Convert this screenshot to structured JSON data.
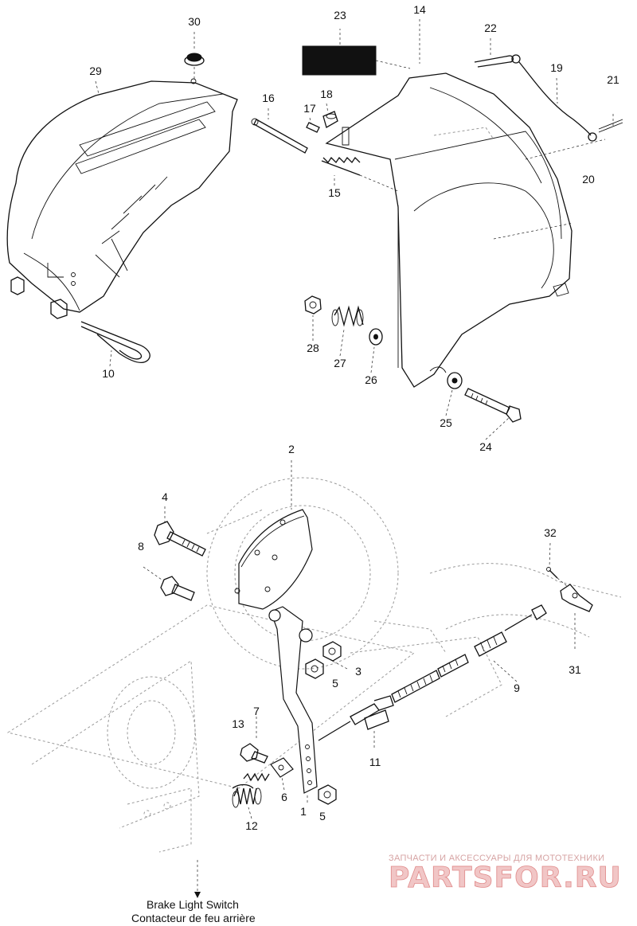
{
  "callouts": [
    {
      "id": "c1",
      "text": "1"
    },
    {
      "id": "c2",
      "text": "2"
    },
    {
      "id": "c3",
      "text": "3"
    },
    {
      "id": "c4",
      "text": "4"
    },
    {
      "id": "c5a",
      "text": "5"
    },
    {
      "id": "c5b",
      "text": "5"
    },
    {
      "id": "c6",
      "text": "6"
    },
    {
      "id": "c7",
      "text": "7"
    },
    {
      "id": "c8",
      "text": "8"
    },
    {
      "id": "c9",
      "text": "9"
    },
    {
      "id": "c10",
      "text": "10"
    },
    {
      "id": "c11",
      "text": "11"
    },
    {
      "id": "c12",
      "text": "12"
    },
    {
      "id": "c13",
      "text": "13"
    },
    {
      "id": "c14",
      "text": "14"
    },
    {
      "id": "c15",
      "text": "15"
    },
    {
      "id": "c16",
      "text": "16"
    },
    {
      "id": "c17",
      "text": "17"
    },
    {
      "id": "c18",
      "text": "18"
    },
    {
      "id": "c19",
      "text": "19"
    },
    {
      "id": "c20",
      "text": "20"
    },
    {
      "id": "c21",
      "text": "21"
    },
    {
      "id": "c22",
      "text": "22"
    },
    {
      "id": "c23",
      "text": "23"
    },
    {
      "id": "c24",
      "text": "24"
    },
    {
      "id": "c25",
      "text": "25"
    },
    {
      "id": "c26",
      "text": "26"
    },
    {
      "id": "c27",
      "text": "27"
    },
    {
      "id": "c28",
      "text": "28"
    },
    {
      "id": "c29",
      "text": "29"
    },
    {
      "id": "c30",
      "text": "30"
    },
    {
      "id": "c31",
      "text": "31"
    },
    {
      "id": "c32",
      "text": "32"
    }
  ],
  "caption": {
    "line1": "Brake Light Switch",
    "line2": "Contacteur de feu arrière"
  },
  "watermark": {
    "tagline": "ЗАПЧАСТИ И АКСЕССУАРЫ ДЛЯ МОТОТЕХНИКИ",
    "logo": "PARTSFOR.RU",
    "colors": {
      "text": "#d6a3a3",
      "logo_fill": "#f1c6c6",
      "logo_stroke": "#e08a8a"
    }
  },
  "colors": {
    "line": "#111111",
    "ghost": "#9a9a9a",
    "background": "#ffffff"
  }
}
